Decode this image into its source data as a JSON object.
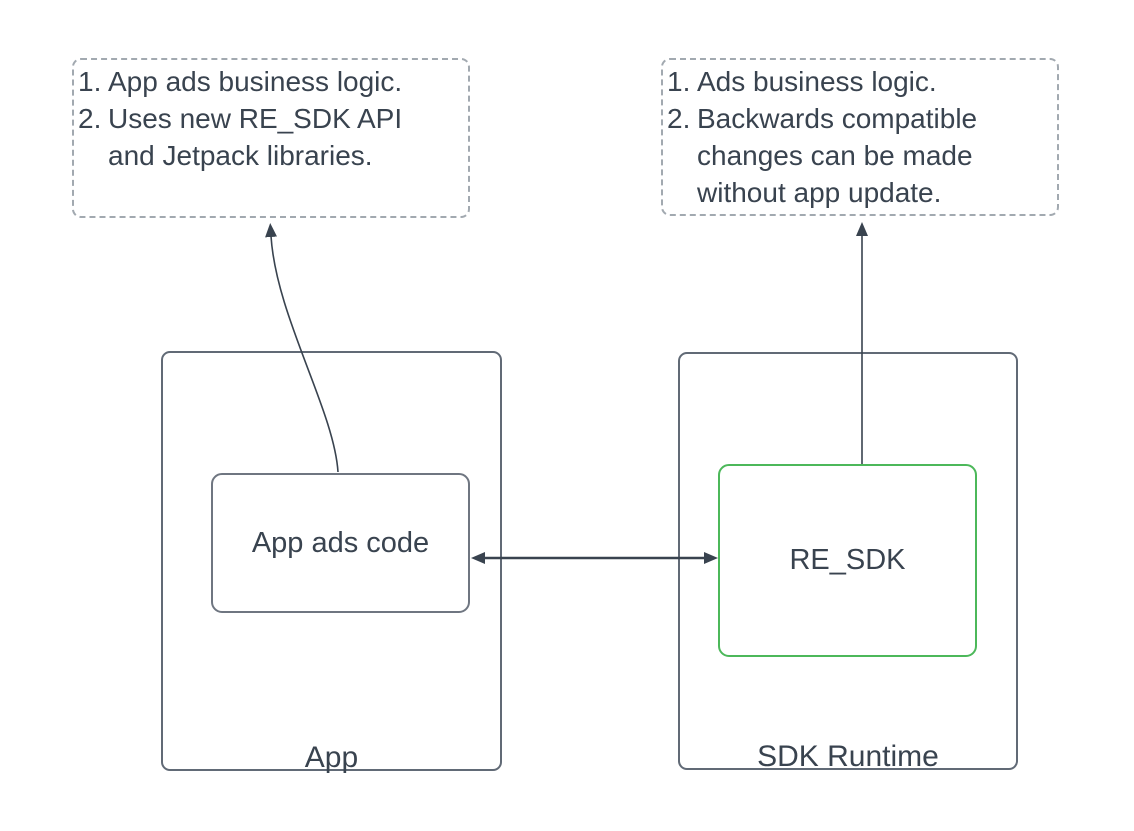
{
  "notes": {
    "left": {
      "items": [
        {
          "num": "1.",
          "text": "App ads business logic."
        },
        {
          "num": "2.",
          "text": "Uses new RE_SDK API\nand Jetpack libraries."
        }
      ]
    },
    "right": {
      "items": [
        {
          "num": "1.",
          "text": "Ads business logic."
        },
        {
          "num": "2.",
          "text": "Backwards compatible\nchanges can be made\nwithout app update."
        }
      ]
    }
  },
  "containers": {
    "app": {
      "label": "App",
      "inner_label": "App ads code"
    },
    "sdk_runtime": {
      "label": "SDK Runtime",
      "inner_label": "RE_SDK"
    }
  },
  "colors": {
    "text": "#39434f",
    "container_border": "#616a76",
    "inner_box_border": "#6f7681",
    "re_sdk_green": "#4cb85a",
    "note_dashed_border": "#a2a9b0",
    "connector": "#39434f"
  }
}
